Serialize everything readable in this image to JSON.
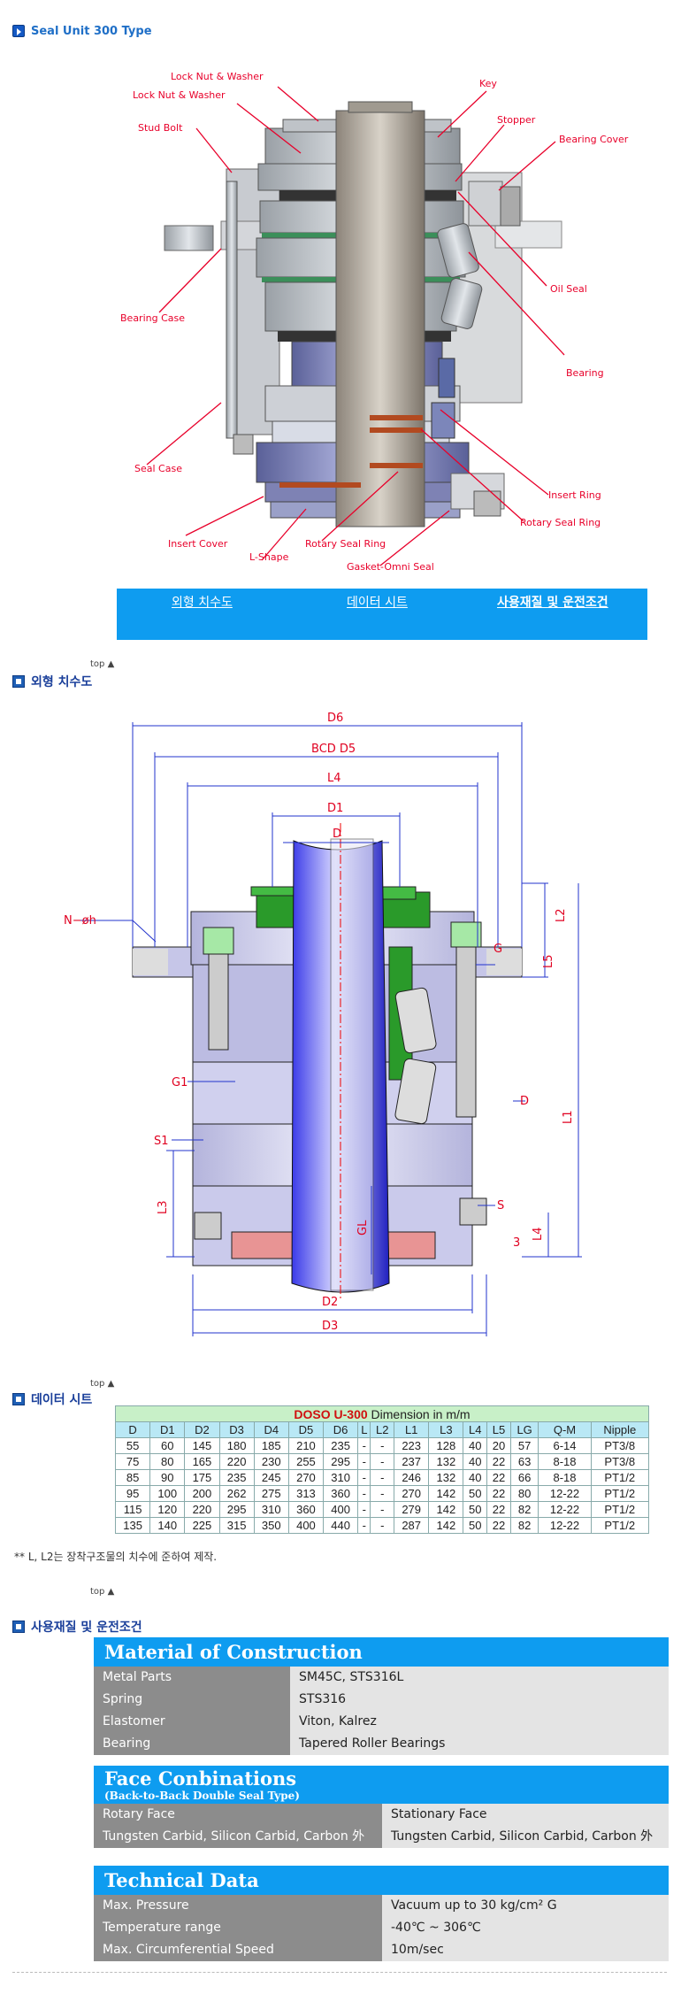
{
  "header": {
    "title": "Seal Unit 300 Type"
  },
  "assembly_labels": [
    {
      "text": "Lock Nut & Washer"
    },
    {
      "text": "Lock Nut & Washer"
    },
    {
      "text": "Key"
    },
    {
      "text": "Stud Bolt"
    },
    {
      "text": "Stopper"
    },
    {
      "text": "Bearing Cover"
    },
    {
      "text": "Oil Seal"
    },
    {
      "text": "Bearing Case"
    },
    {
      "text": "Bearing"
    },
    {
      "text": "Seal Case"
    },
    {
      "text": "Insert Ring"
    },
    {
      "text": "Rotary Seal Ring"
    },
    {
      "text": "Insert Cover"
    },
    {
      "text": "L-Shape"
    },
    {
      "text": "Rotary Seal Ring"
    },
    {
      "text": "Gasket-Omni Seal"
    }
  ],
  "nav": {
    "tab1": "외형 치수도",
    "tab2": "데이터 시트",
    "tab3": "사용재질 및 운전조건"
  },
  "top_label": "top ▲",
  "sections": {
    "outline": "외형 치수도",
    "datasheet": "데이터 시트",
    "material": "사용재질 및 운전조건"
  },
  "drawing_labels": {
    "D6": "D6",
    "BCD": "BCD D5",
    "L4": "L4",
    "D1": "D1",
    "D": "D",
    "Nh": "N−øh",
    "G": "G",
    "L2": "L2",
    "L5": "L5",
    "G1": "G1",
    "Dr": "D",
    "L1": "L1",
    "S1": "S1",
    "L3": "L3",
    "S": "S",
    "GL": "GL",
    "L4b": "L4",
    "three": "3",
    "D2": "D2",
    "D3": "D3"
  },
  "table": {
    "title_red": "DOSO  U-300",
    "title_dark": " Dimension in m/m",
    "headers": [
      "D",
      "D1",
      "D2",
      "D3",
      "D4",
      "D5",
      "D6",
      "L",
      "L2",
      "L1",
      "L3",
      "L4",
      "L5",
      "LG",
      "Q-M",
      "Nipple"
    ],
    "rows": [
      [
        "55",
        "60",
        "145",
        "180",
        "185",
        "210",
        "235",
        "-",
        "-",
        "223",
        "128",
        "40",
        "20",
        "57",
        "6-14",
        "PT3/8"
      ],
      [
        "75",
        "80",
        "165",
        "220",
        "230",
        "255",
        "295",
        "-",
        "-",
        "237",
        "132",
        "40",
        "22",
        "63",
        "8-18",
        "PT3/8"
      ],
      [
        "85",
        "90",
        "175",
        "235",
        "245",
        "270",
        "310",
        "-",
        "-",
        "246",
        "132",
        "40",
        "22",
        "66",
        "8-18",
        "PT1/2"
      ],
      [
        "95",
        "100",
        "200",
        "262",
        "275",
        "313",
        "360",
        "-",
        "-",
        "270",
        "142",
        "50",
        "22",
        "80",
        "12-22",
        "PT1/2"
      ],
      [
        "115",
        "120",
        "220",
        "295",
        "310",
        "360",
        "400",
        "-",
        "-",
        "279",
        "142",
        "50",
        "22",
        "82",
        "12-22",
        "PT1/2"
      ],
      [
        "135",
        "140",
        "225",
        "315",
        "350",
        "400",
        "440",
        "-",
        "-",
        "287",
        "142",
        "50",
        "22",
        "82",
        "12-22",
        "PT1/2"
      ]
    ]
  },
  "note": "** L, L2는 장착구조물의 치수에 준하여 제작.",
  "material": {
    "title": "Material of Construction",
    "rows": [
      [
        "Metal Parts",
        "SM45C, STS316L"
      ],
      [
        "Spring",
        "STS316"
      ],
      [
        "Elastomer",
        "Viton, Kalrez"
      ],
      [
        "Bearing",
        "Tapered Roller Bearings"
      ]
    ]
  },
  "face": {
    "title": "Face Conbinations",
    "subtitle": "(Back-to-Back Double Seal Type)",
    "rows": [
      [
        "Rotary Face",
        "Stationary Face"
      ],
      [
        "Tungsten Carbid, Silicon Carbid, Carbon 外",
        "Tungsten Carbid, Silicon Carbid, Carbon 外"
      ]
    ]
  },
  "tech": {
    "title": "Technical Data",
    "rows": [
      [
        "Max. Pressure",
        "Vacuum up to 30 kg/cm² G"
      ],
      [
        "Temperature range",
        "-40℃ ~ 306℃"
      ],
      [
        "Max. Circumferential Speed",
        "10m/sec"
      ]
    ]
  }
}
